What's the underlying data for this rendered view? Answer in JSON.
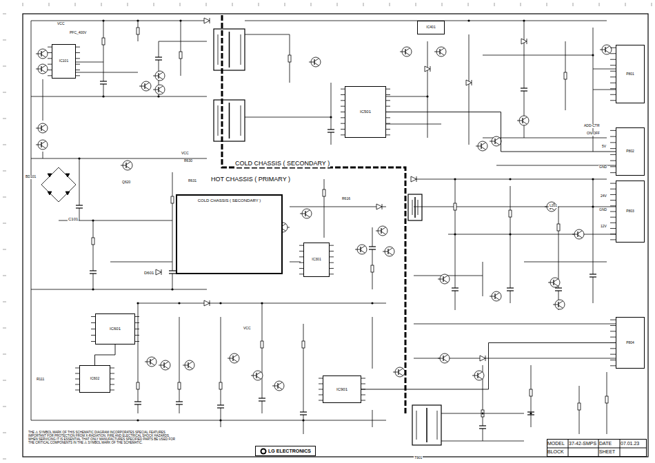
{
  "diagram": {
    "nodes": [
      {
        "text": [
          "COLD CHASSIS ( SECONDARY )"
        ]
      },
      {
        "text": [
          "IC101"
        ]
      },
      {
        "text": [
          "IC501"
        ]
      },
      {
        "text": [
          "IC401"
        ]
      },
      {
        "text": [
          "P801"
        ]
      },
      {
        "text": [
          "P802"
        ]
      },
      {
        "text": [
          "P803"
        ]
      },
      {
        "text": [
          "IC301"
        ]
      },
      {
        "text": [
          "IC601"
        ]
      },
      {
        "text": [
          "IC602"
        ]
      },
      {
        "text": [
          "IC901"
        ]
      },
      {
        "text": [
          "P804"
        ]
      },
      {
        "text": [
          "MODEL",
          "37-42-SMPS",
          "BLOCK",
          "DATE",
          "07.01.23",
          "SHEET"
        ]
      },
      {
        "text": [
          "LG ELECTRONICS"
        ]
      }
    ],
    "edges": [
      {
        "from": 2,
        "to": 5,
        "arrow": "none"
      },
      {
        "from": 8,
        "to": 9,
        "arrow": "none"
      },
      {
        "from": 10,
        "to": 11,
        "arrow": "none"
      }
    ],
    "labels": [
      "COLD CHASSIS ( SECONDARY )",
      "HOT CHASSIS ( PRIMARY )",
      "C101",
      "D601",
      "VCC",
      "PFC_400V",
      "VCC",
      "VCC",
      "R630",
      "R631",
      "Q620",
      "BD101",
      "R616",
      "T901",
      "L201",
      "R111",
      "ON/OFF",
      "ADD-CTR",
      "5V",
      "GND",
      "24V",
      "GND",
      "12V",
      "THE ⚠ SYMBOL MARK OF THIS SCHEMATIC DIAGRAM INCORPORATES SPECIAL FEATURES IMPORTANT FOR PROTECTION FROM X-RADIATION, FIRE AND ELECTRICAL SHOCK HAZARDS. WHEN SERVICING IT IS ESSENTIAL THAT ONLY MANUFACTURES SPECIFIED PARTS BE USED FOR THE CRITICAL COMPONENTS IN THE ⚠ SYMBOL MARK OF THE SCHEMATIC."
    ]
  }
}
